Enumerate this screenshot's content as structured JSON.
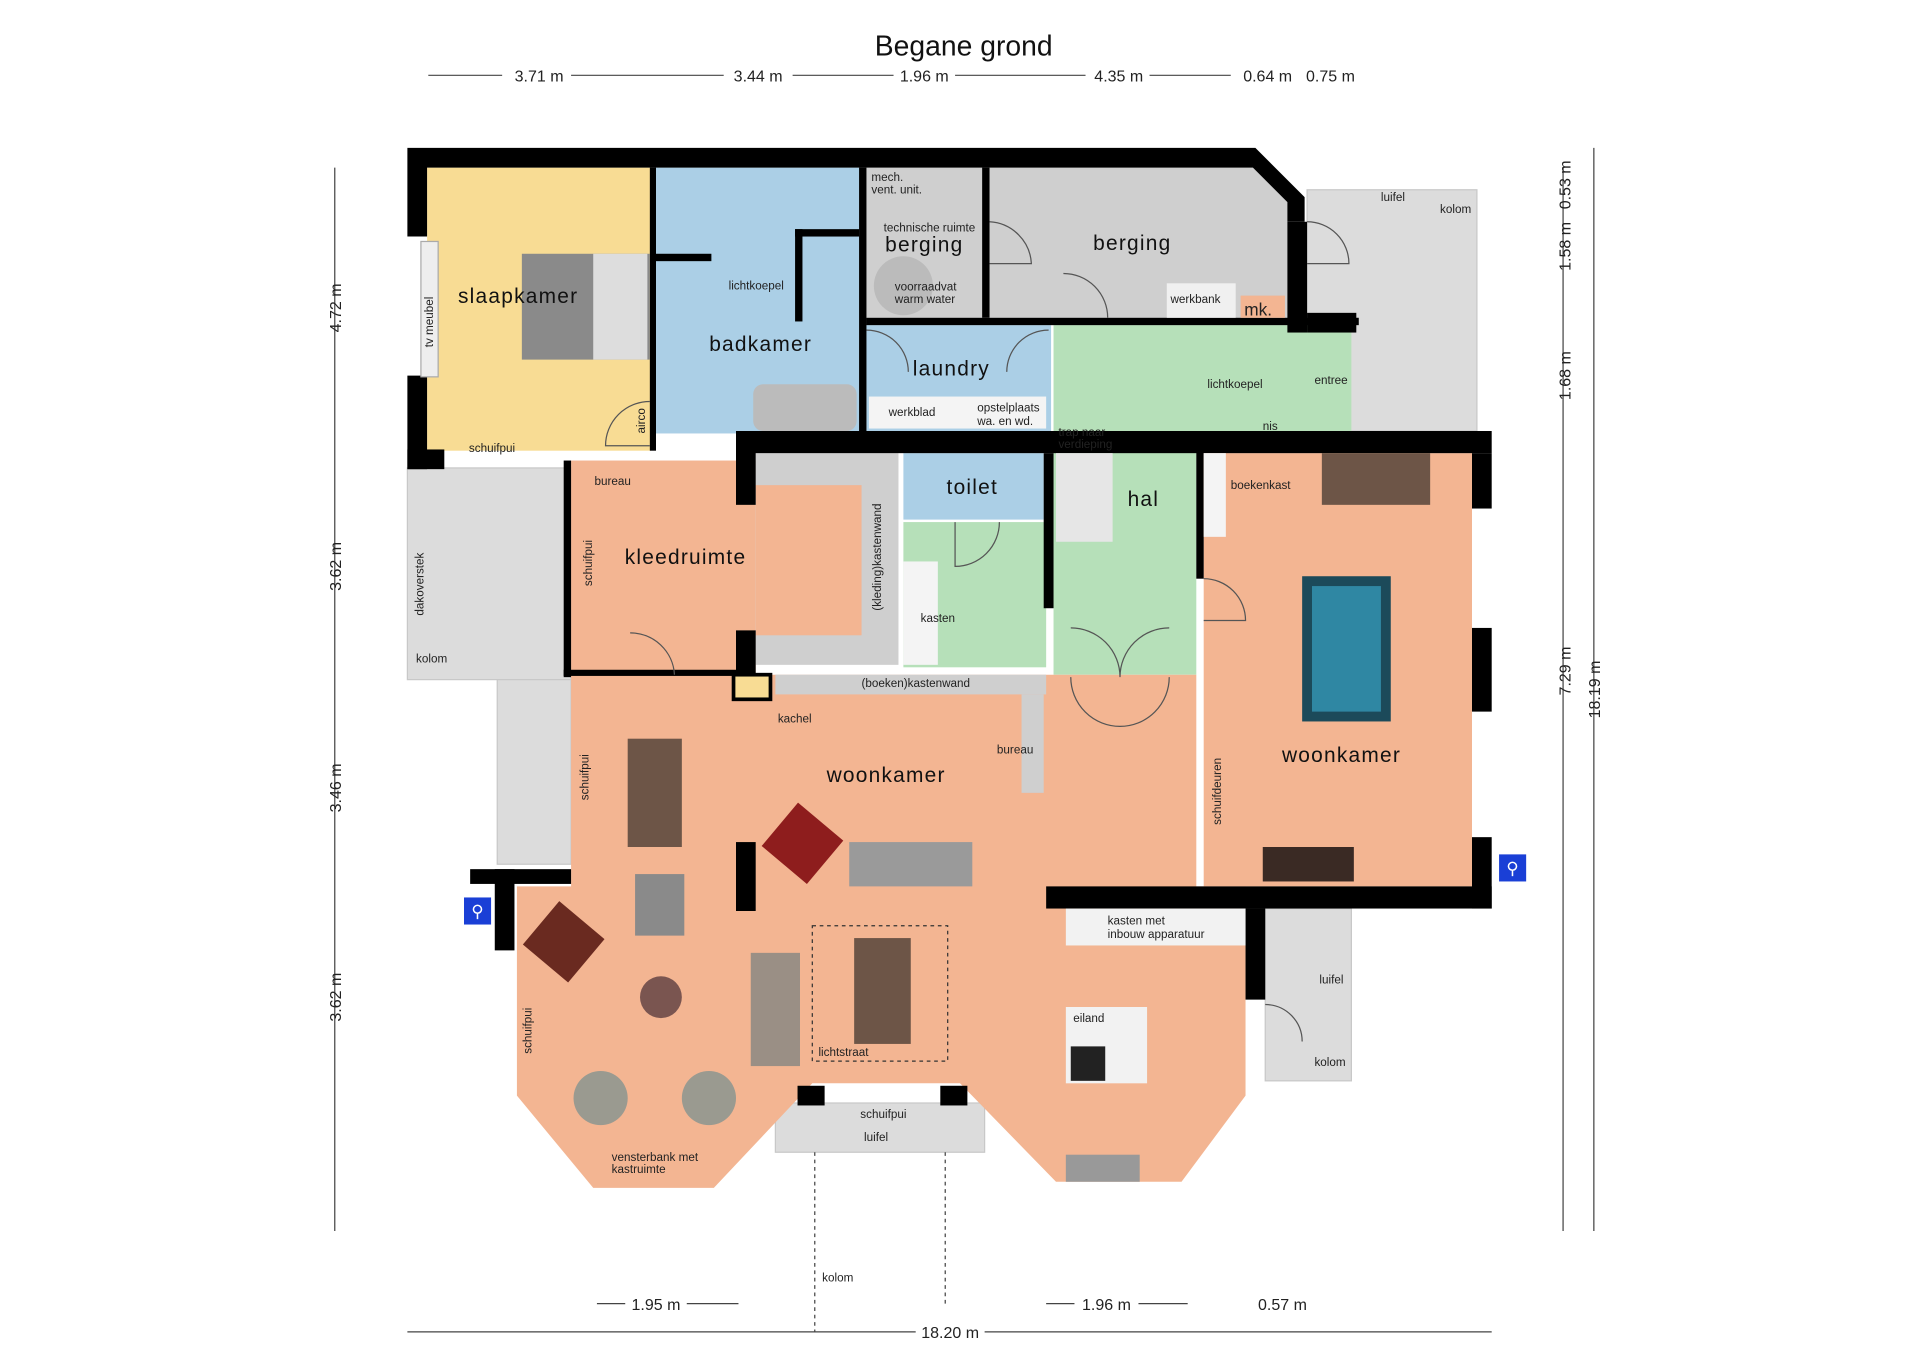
{
  "title": "Begane grond",
  "colors": {
    "bedroom": "#f8dc94",
    "bath": "#abcfe6",
    "storage": "#cfcfcf",
    "hall": "#b6e0b9",
    "living": "#f3b592",
    "terrace": "#dcdcdc",
    "wall": "#000000",
    "tap": "#1a3fd6"
  },
  "dims": {
    "top": [
      "3.71 m",
      "3.44 m",
      "1.96 m",
      "4.35 m",
      "0.64 m",
      "0.75 m"
    ],
    "left": [
      "4.72 m",
      "3.62 m",
      "3.46 m",
      "3.62 m"
    ],
    "right": [
      "0.53 m",
      "1.58 m",
      "1.68 m",
      "7.29 m",
      "18.19 m"
    ],
    "bottom": [
      "1.95 m",
      "1.96 m",
      "0.57 m",
      "18.20 m"
    ]
  },
  "rooms": {
    "slaapkamer": "slaapkamer",
    "badkamer": "badkamer",
    "berging1": "berging",
    "berging2": "berging",
    "laundry": "laundry",
    "hal": "hal",
    "toilet": "toilet",
    "kleedruimte": "kleedruimte",
    "woonkamer1": "woonkamer",
    "woonkamer2": "woonkamer"
  },
  "labels": {
    "tv_meubel": "tv meubel",
    "schuifpui": "schuifpui",
    "airco": "airco",
    "lichtkoepel": "lichtkoepel",
    "mech1": "mech.",
    "mech2": "vent. unit.",
    "techn": "technische ruimte",
    "vat1": "voorraadvat",
    "vat2": "warm water",
    "werkbank": "werkbank",
    "mk": "mk.",
    "werkblad": "werkblad",
    "opstel1": "opstelplaats",
    "opstel2": "wa. en wd.",
    "trap1": "trap naar",
    "trap2": "verdieping",
    "entree": "entree",
    "nis": "nis",
    "luifel": "luifel",
    "kolom": "kolom",
    "boekenkast": "boekenkast",
    "bureau": "bureau",
    "kledingkast": "(kleding)kastenwand",
    "kasten": "kasten",
    "dakoverstek": "dakoverstek",
    "boekenkastwand": "(boeken)kastenwand",
    "kachel": "kachel",
    "schuifdeuren": "schuifdeuren",
    "inbouw1": "kasten met",
    "inbouw2": "inbouw apparatuur",
    "eiland": "eiland",
    "lichtstraat": "lichtstraat",
    "vensterbank1": "vensterbank met",
    "vensterbank2": "kastruimte"
  },
  "icons": [
    "water-tap-icon"
  ]
}
